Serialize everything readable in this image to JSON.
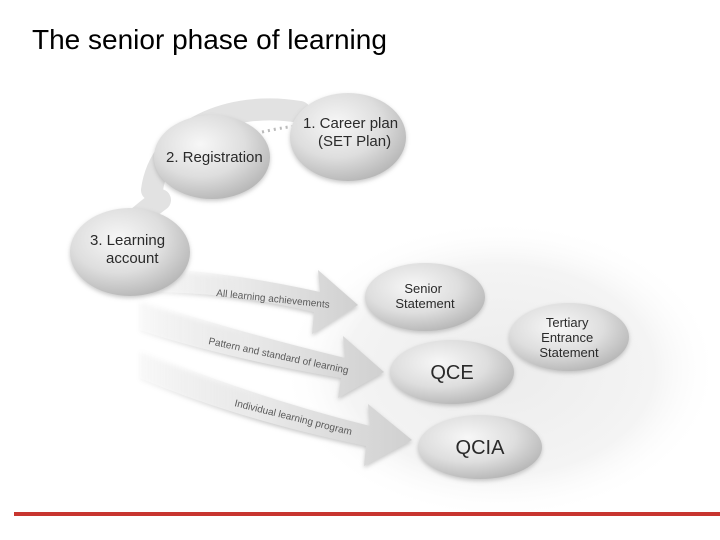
{
  "title": "The senior phase of learning",
  "steps": {
    "career_plan": {
      "lines": [
        "1. Career plan",
        "(SET Plan)"
      ]
    },
    "registration": {
      "lines": [
        "2. Registration"
      ]
    },
    "learning_account": {
      "lines": [
        "3. Learning",
        "account"
      ]
    }
  },
  "arrows": [
    "All learning achievements",
    "Pattern and standard of learning",
    "Individual learning program"
  ],
  "outcomes": {
    "senior_statement": {
      "lines": [
        "Senior",
        "Statement"
      ]
    },
    "qce": {
      "lines": [
        "QCE"
      ]
    },
    "qcia": {
      "lines": [
        "QCIA"
      ]
    },
    "tertiary": {
      "lines": [
        "Tertiary",
        "Entrance",
        "Statement"
      ]
    }
  },
  "colors": {
    "accent_bar": "#c8352f",
    "node_fill": "#dcdcdc",
    "node_edge": "#a8a8a8",
    "arrow_fill": "#e6e6e6"
  }
}
